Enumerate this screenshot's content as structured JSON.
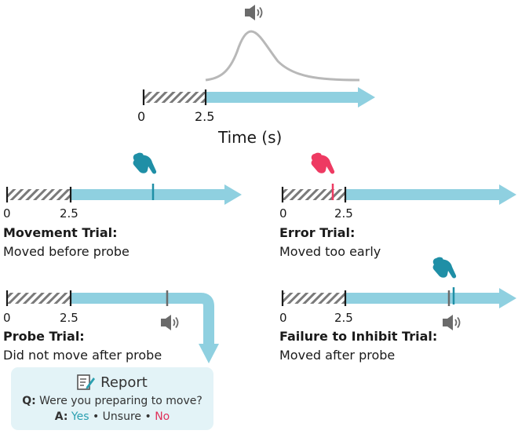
{
  "top": {
    "tick_start": "0",
    "tick_end": "2.5",
    "axis_label": "Time (s)"
  },
  "movement": {
    "tick_start": "0",
    "tick_end": "2.5",
    "title": "Movement Trial:",
    "desc": "Moved before probe"
  },
  "error": {
    "tick_start": "0",
    "tick_end": "2.5",
    "title": "Error Trial:",
    "desc": "Moved too early"
  },
  "probe": {
    "tick_start": "0",
    "tick_end": "2.5",
    "title": "Probe Trial:",
    "desc": "Did not move after probe"
  },
  "failure": {
    "tick_start": "0",
    "tick_end": "2.5",
    "title": "Failure to Inhibit Trial:",
    "desc": "Moved after probe"
  },
  "report": {
    "title": "Report",
    "q_label": "Q:",
    "question": "Were you preparing to move?",
    "a_label": "A:",
    "yes": "Yes",
    "unsure": "Unsure",
    "no": "No",
    "separator": "•"
  },
  "colors": {
    "arrow": "#8fd0e0",
    "teal": "#1f8fa6",
    "red": "#ee3a62",
    "gray": "#6b6b6b"
  },
  "icons": [
    "speaker-icon",
    "pointing-hand-icon",
    "report-icon"
  ]
}
